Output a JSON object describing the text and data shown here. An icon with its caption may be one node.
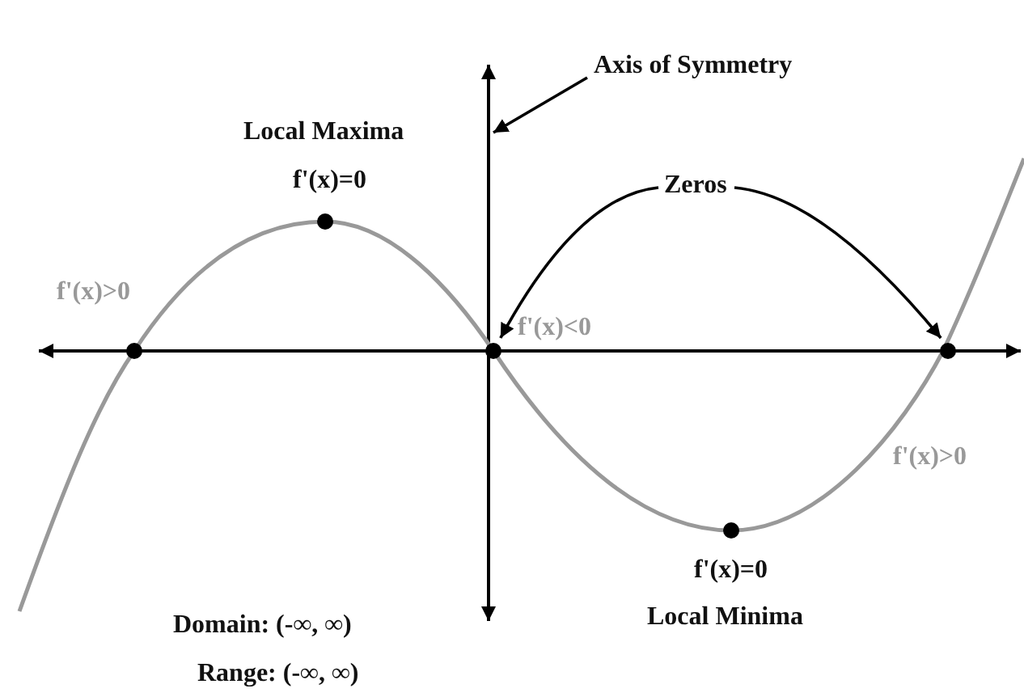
{
  "diagram": {
    "nodes": [
      {
        "text": [
          "Axis of Symmetry"
        ]
      },
      {
        "text": [
          "Zeros"
        ]
      },
      {
        "text": [],
        "shape": "circle"
      },
      {
        "text": [],
        "shape": "circle"
      }
    ],
    "edges": [
      {
        "from": 0,
        "to": null,
        "arrow": "to"
      },
      {
        "from": 1,
        "to": 2,
        "arrow": "to"
      },
      {
        "from": 1,
        "to": 3,
        "arrow": "to"
      }
    ],
    "labels": [
      "Local Maxima",
      "f'(x)=0",
      "f'(x)>0",
      "f'(x)<0",
      "f'(x)>0",
      "f'(x)=0",
      "Local Minima",
      "Domain: (-∞, ∞)",
      "Range: (-∞, ∞)"
    ]
  }
}
